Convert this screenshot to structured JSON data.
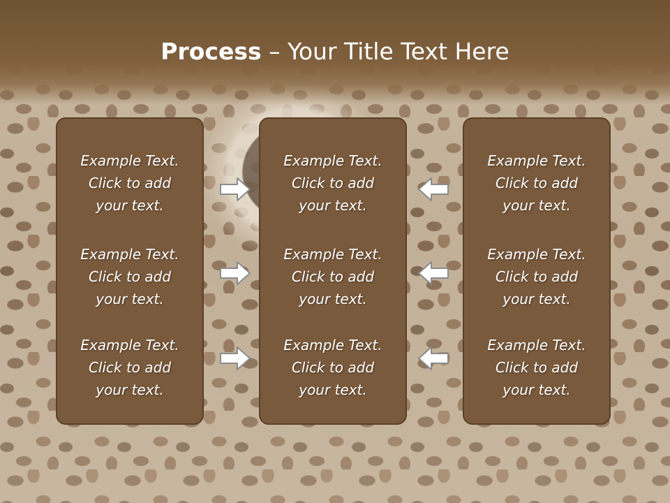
{
  "slide": {
    "title_bold": "Process",
    "title_rest": " – Your Title Text Here"
  },
  "boxes": [
    {
      "items": [
        {
          "l1": "Example Text.",
          "l2": "Click  to add",
          "l3": "your text."
        },
        {
          "l1": "Example Text.",
          "l2": "Click  to add",
          "l3": "your text."
        },
        {
          "l1": "Example Text.",
          "l2": "Click  to add",
          "l3": "your text."
        }
      ]
    },
    {
      "items": [
        {
          "l1": "Example Text.",
          "l2": "Click  to add",
          "l3": "your text."
        },
        {
          "l1": "Example Text.",
          "l2": "Click  to add",
          "l3": "your text."
        },
        {
          "l1": "Example Text.",
          "l2": "Click  to add",
          "l3": "your text."
        }
      ]
    },
    {
      "items": [
        {
          "l1": "Example Text.",
          "l2": "Click  to add",
          "l3": "your text."
        },
        {
          "l1": "Example Text.",
          "l2": "Click  to add",
          "l3": "your text."
        },
        {
          "l1": "Example Text.",
          "l2": "Click  to add",
          "l3": "your text."
        }
      ]
    }
  ],
  "colors": {
    "title_band": "#7a5a3a",
    "box_fill": "#7a5a3c",
    "box_border": "#5a4028",
    "text": "#ffffff",
    "arrow_fill": "#ffffff",
    "arrow_stroke": "#8a8a8a"
  },
  "icons": {
    "left_arrows": "arrow-right-icon",
    "right_arrows": "arrow-left-icon"
  }
}
